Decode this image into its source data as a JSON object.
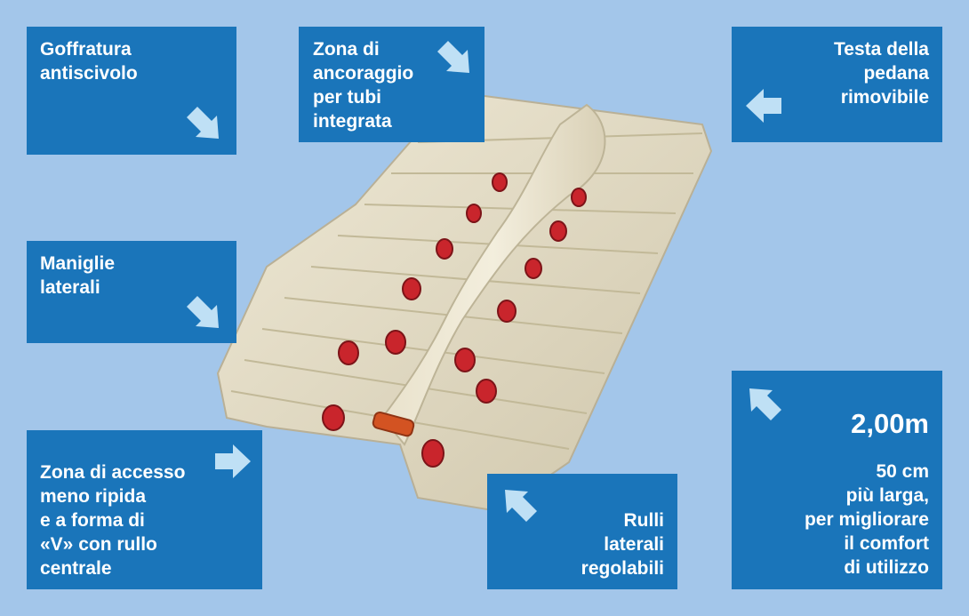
{
  "colors": {
    "background": "#a3c6ea",
    "box": "#1a75ba",
    "arrow": "#bfe0f5",
    "dock": "#e6dec7",
    "wheel": "#c9252c"
  },
  "callouts": {
    "goffratura": "Goffratura\nantiscivolo",
    "ancoraggio": "Zona di\nancoraggio\nper tubi\nintegrata",
    "testa": "Testa della\npedana\nrimovibile",
    "maniglie": "Maniglie\nlaterali",
    "accesso": "Zona di accesso\nmeno ripida\ne a forma di\n«V» con rullo\ncentrale",
    "rulli": "Rulli\nlaterali\nregolabili",
    "size_value": "2,00m",
    "size_desc": "50 cm\npiù larga,\nper migliorare\nil comfort\ndi utilizzo"
  },
  "icons": {
    "arrow_down_right": "arrow-down-right-icon",
    "arrow_left": "arrow-left-icon",
    "arrow_right": "arrow-right-icon",
    "arrow_up_left": "arrow-up-left-icon"
  }
}
